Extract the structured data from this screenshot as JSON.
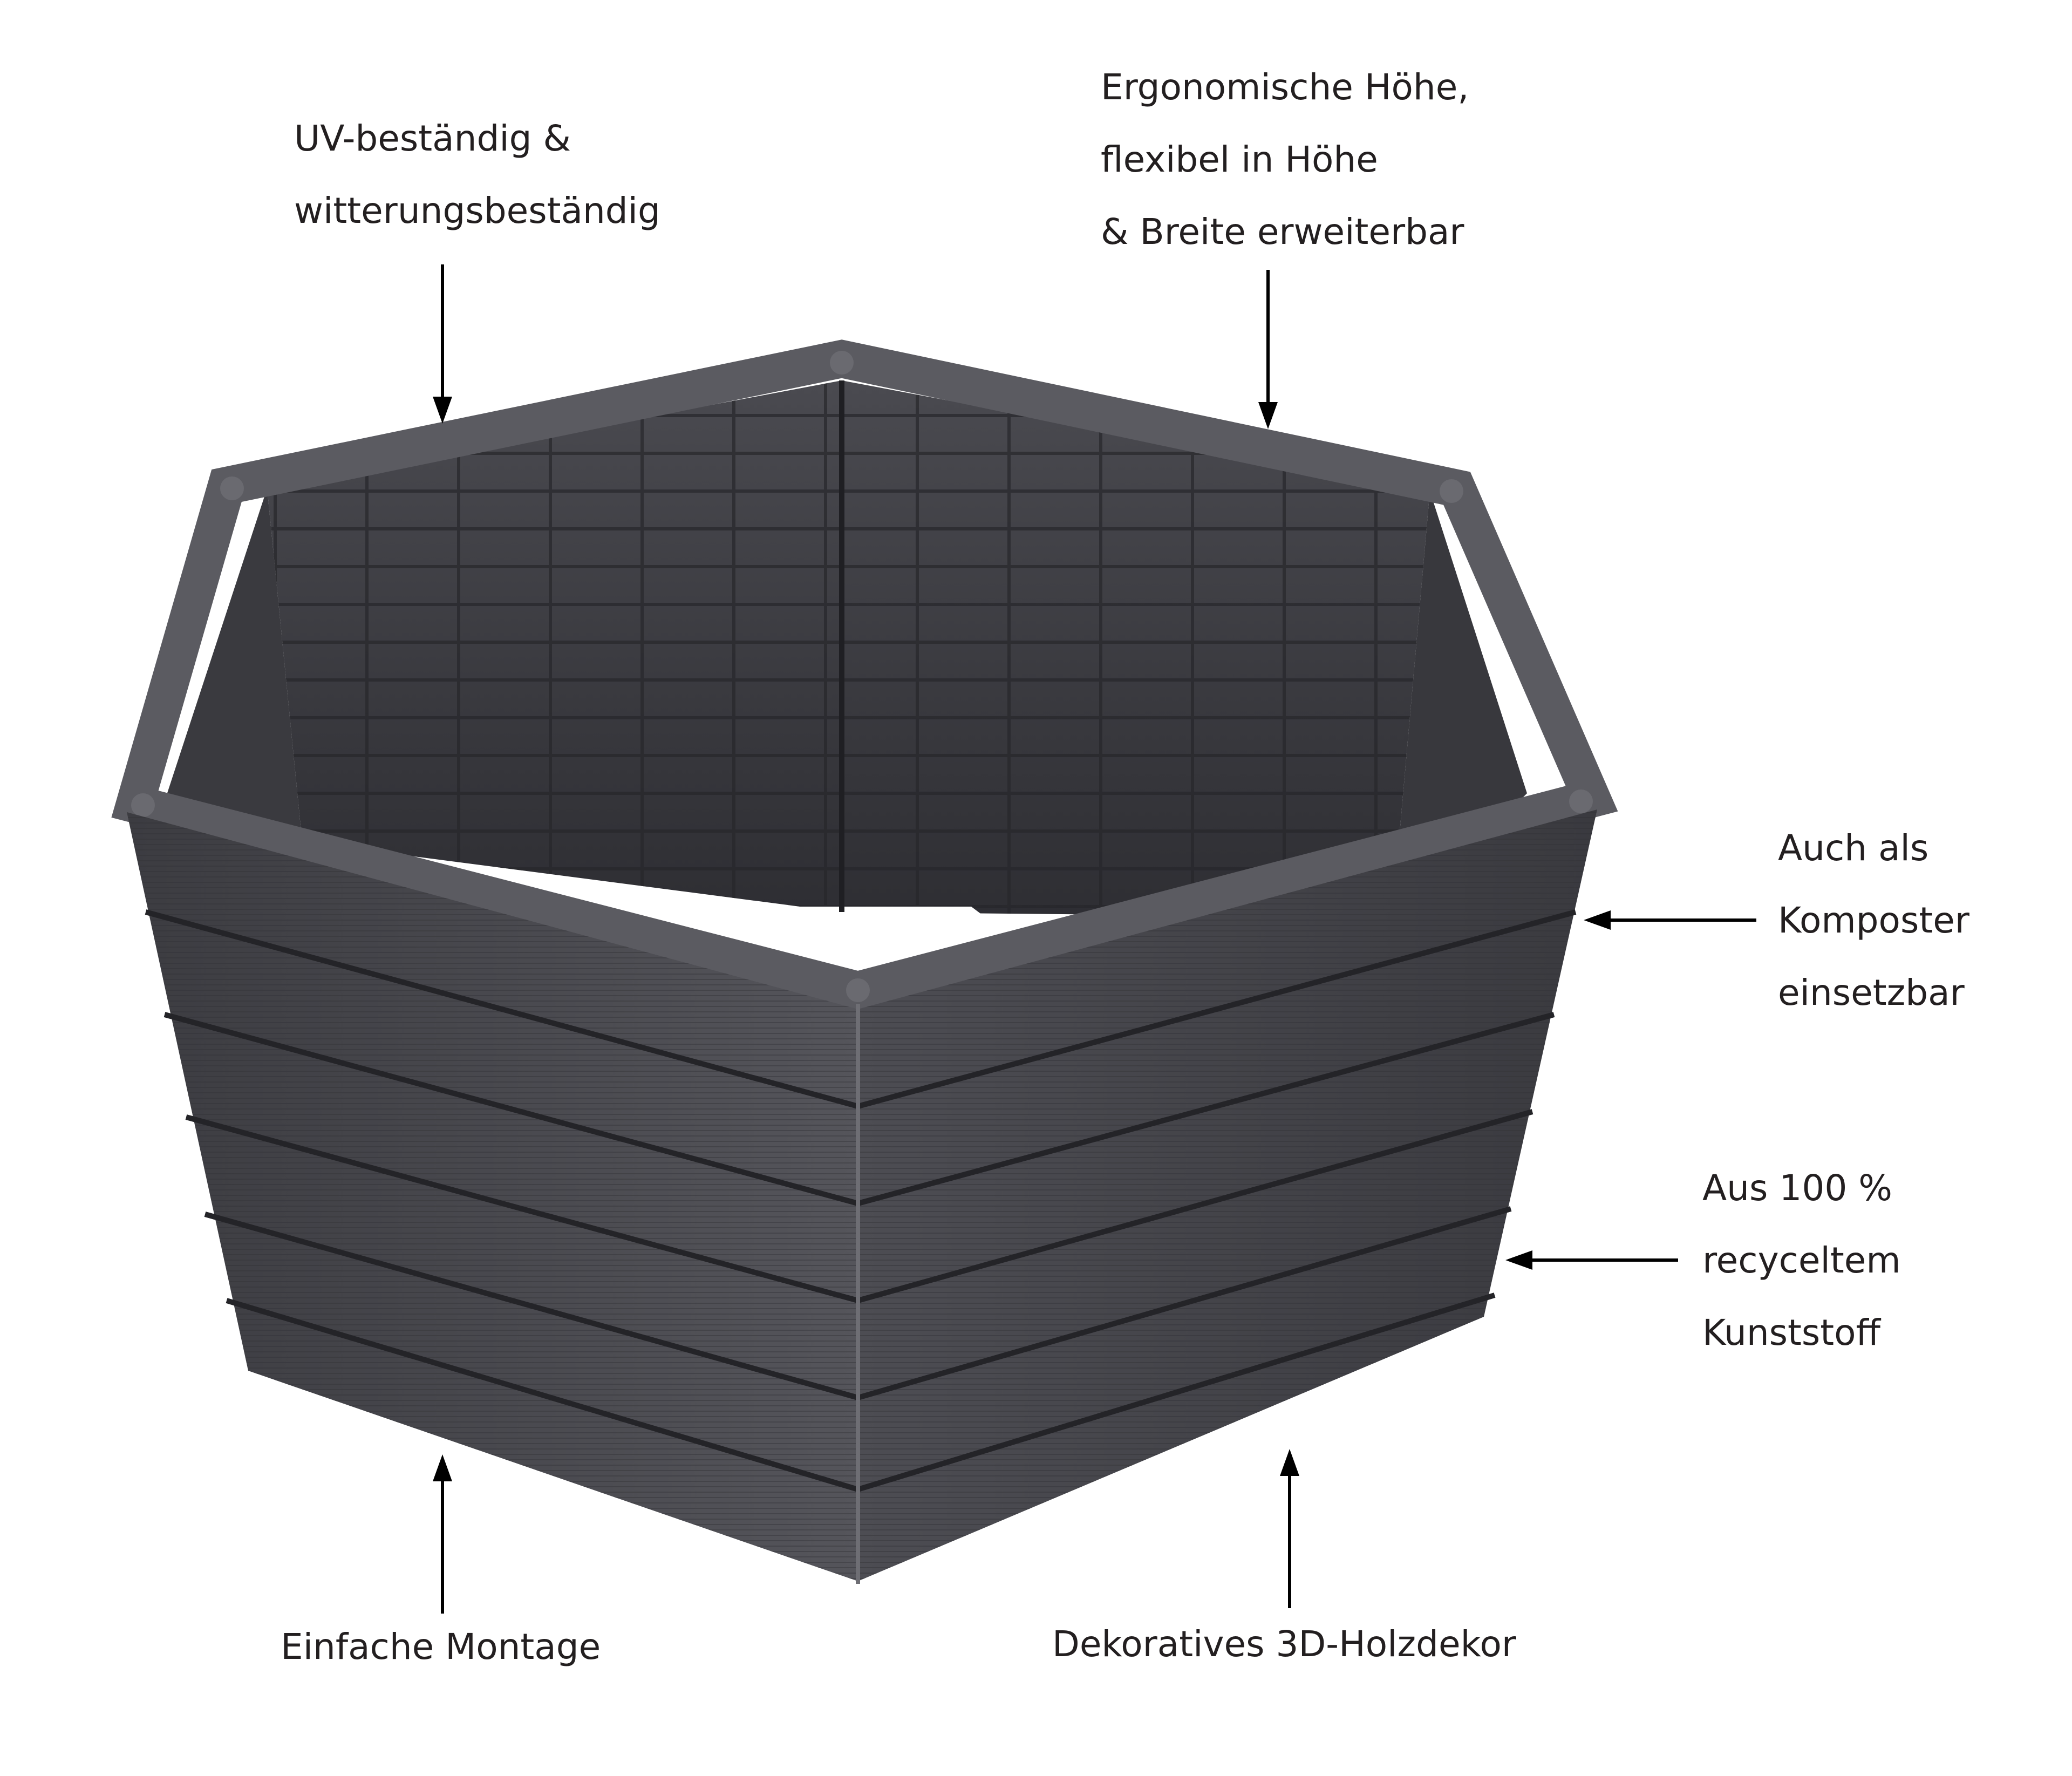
{
  "image": {
    "kind": "product feature infographic",
    "subject": "hexagonal raised garden bed (anthracite plastic panels with wood-grain texture)",
    "background_color": "#ffffff",
    "product_color": "#4a4a4f",
    "text_color": "#231f20"
  },
  "callouts": {
    "uv": {
      "lines": [
        "UV-beständig &",
        "witterungsbeständig"
      ],
      "arrow": "down-arrow"
    },
    "height": {
      "lines": [
        "Ergonomische Höhe,",
        "flexibel in Höhe",
        "& Breite erweiterbar"
      ],
      "arrow": "down-arrow"
    },
    "compost": {
      "lines": [
        "Auch als",
        "Komposter",
        "einsetzbar"
      ],
      "arrow": "left-arrow"
    },
    "recycled": {
      "lines": [
        "Aus 100 %",
        "recyceltem",
        "Kunststoff"
      ],
      "arrow": "left-arrow"
    },
    "assembly": {
      "lines": [
        "Einfache Montage"
      ],
      "arrow": "up-arrow"
    },
    "decor": {
      "lines": [
        "Dekoratives 3D-Holzdekor"
      ],
      "arrow": "up-arrow"
    }
  }
}
